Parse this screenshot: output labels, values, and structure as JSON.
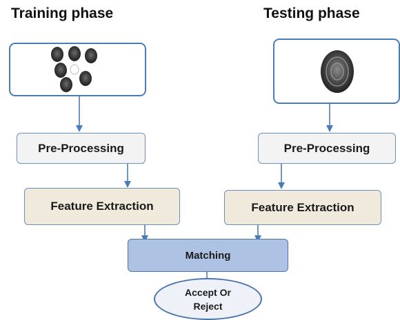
{
  "training": {
    "title": "Training phase",
    "steps": {
      "preprocessing": "Pre-Processing",
      "feature_extraction": "Feature Extraction"
    },
    "image_icon": "fingerprint-set-icon"
  },
  "testing": {
    "title": "Testing phase",
    "steps": {
      "preprocessing": "Pre-Processing",
      "feature_extraction": "Feature Extraction"
    },
    "image_icon": "fingerprint-icon"
  },
  "matching": {
    "label": "Matching"
  },
  "decision": {
    "line1": "Accept Or",
    "line2": "Reject"
  },
  "colors": {
    "arrow": "#4a7bb7",
    "box_border": "#4a7bb7",
    "matching_fill": "#aec3e4",
    "feature_fill": "#efeadc",
    "preprocess_fill": "#f3f3f3"
  }
}
